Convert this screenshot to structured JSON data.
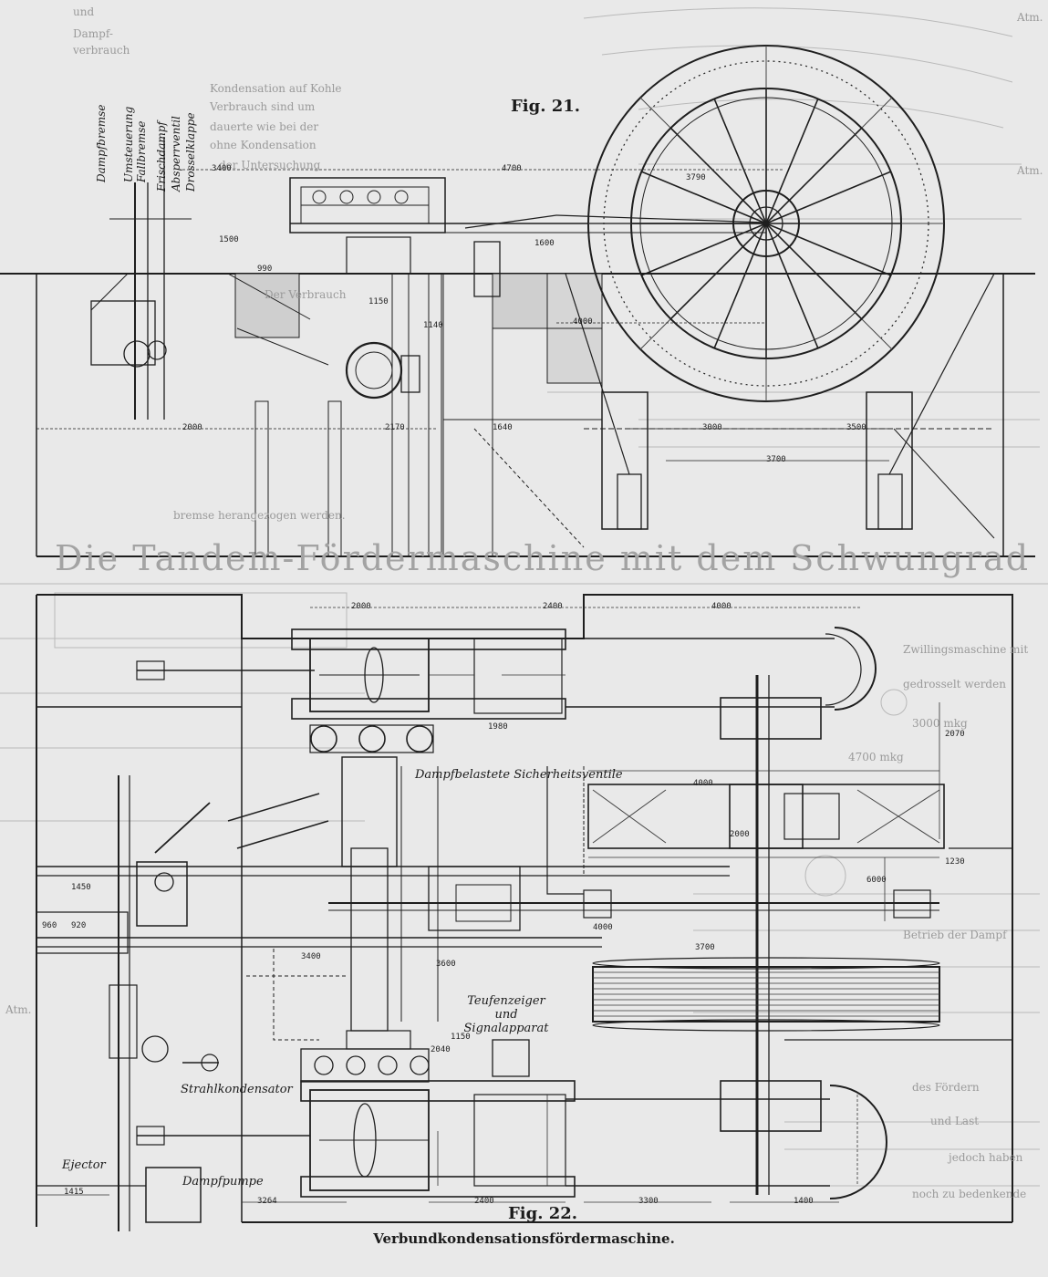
{
  "figure_21": {
    "label": "Fig. 21."
  },
  "figure_22": {
    "label": "Fig. 22."
  },
  "caption": "Verbundkondensationsfördermaschine.",
  "labels_fig21": [
    "Dampfbremse",
    "Umsteuerung",
    "Fallbremse",
    "Frischdampf",
    "Absperrventil",
    "Drosselklappe"
  ],
  "labels_fig22": {
    "safety_valve": "Dampfbelastete Sicherheitsventile",
    "depth_indicator": "Teufenzeiger und Signalapparat",
    "jet_condenser": "Strahlkondensator",
    "ejector": "Ejector",
    "steam_pump": "Dampfpumpe"
  },
  "dimensions_fig21": [
    "3400",
    "4700",
    "4000",
    "2000",
    "2170",
    "1640",
    "3000",
    "3500",
    "3700",
    "3790",
    "1150",
    "1140",
    "990",
    "1600",
    "1500"
  ],
  "dimensions_fig22": [
    "2000",
    "2400",
    "4000",
    "4000",
    "2000",
    "1980",
    "3400",
    "3600",
    "3700",
    "4000",
    "6000",
    "2070",
    "1230",
    "1450",
    "960",
    "920",
    "1415",
    "3264",
    "2400",
    "3300",
    "1400",
    "2040",
    "1150"
  ],
  "background_text_left": [
    "und",
    "Dampf-",
    "verbrauch",
    "Kondensation auf Kohle",
    "Verbrauch sind um",
    "dauerte wie bei der",
    "ohne Kondensation",
    "der Untersuchung",
    "Der Verbrauch",
    "bremse herangezogen werden."
  ],
  "background_heading": "Die Tandem-Fördermaschine mit dem Schwungrad",
  "background_text_right": [
    "Zwillingsmaschine mit",
    "gedrosselt werden",
    "3000 mkg",
    "4700 mkg",
    "Betrieb der Dampf",
    "des Fördern",
    "und Last",
    "jedoch haben",
    "noch zu bedenkende"
  ],
  "margin_notes": [
    "Atm.",
    "Atm.",
    "Atm."
  ]
}
